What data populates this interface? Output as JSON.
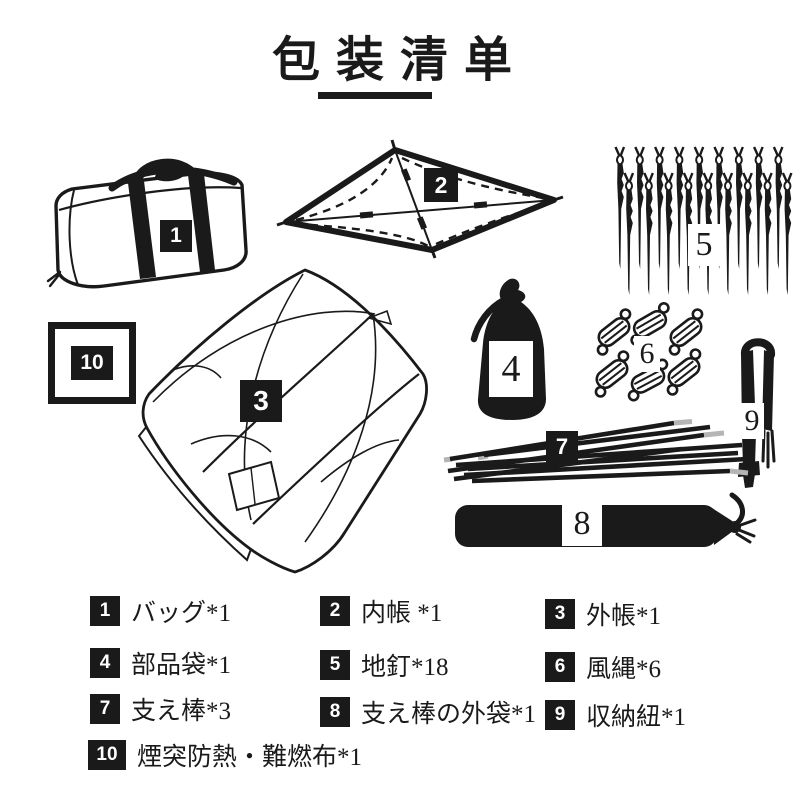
{
  "page": {
    "title": "包装清单"
  },
  "colors": {
    "ink": "#1a1a1a",
    "background": "#ffffff",
    "pole_tip": "#b5b5b5"
  },
  "items": [
    {
      "num": "1",
      "label": "バッグ*1",
      "name": "carry-bag",
      "diagram_badge": "dark"
    },
    {
      "num": "2",
      "label": "内帳 *1",
      "name": "inner-tent-sheet",
      "diagram_badge": "dark"
    },
    {
      "num": "3",
      "label": "外帳*1",
      "name": "outer-tent",
      "diagram_badge": "dark"
    },
    {
      "num": "4",
      "label": "部品袋*1",
      "name": "parts-pouch",
      "diagram_badge": "light"
    },
    {
      "num": "5",
      "label": "地釘*18",
      "name": "ground-stakes",
      "diagram_badge": "light"
    },
    {
      "num": "6",
      "label": "風縄*6",
      "name": "guy-ropes",
      "diagram_badge": "light"
    },
    {
      "num": "7",
      "label": "支え棒*3",
      "name": "support-poles",
      "diagram_badge": "dark"
    },
    {
      "num": "8",
      "label": "支え棒の外袋*1",
      "name": "pole-bag",
      "diagram_badge": "light"
    },
    {
      "num": "9",
      "label": "収納紐*1",
      "name": "storage-strap",
      "diagram_badge": "light"
    },
    {
      "num": "10",
      "label": "煙突防熱・難燃布*1",
      "name": "flame-retardant-cloth",
      "diagram_badge": "dark"
    }
  ]
}
